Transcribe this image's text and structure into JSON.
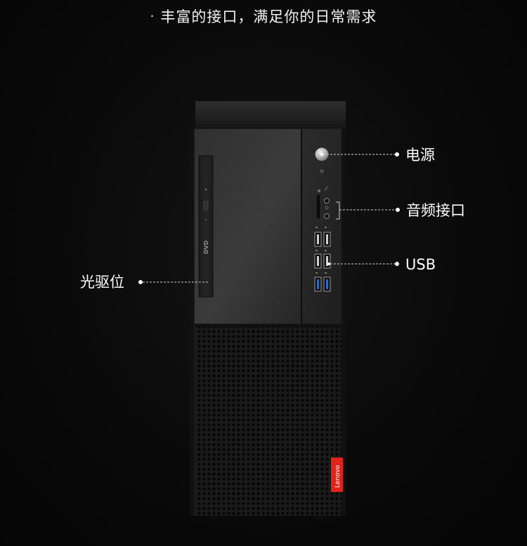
{
  "headline": {
    "bullet": "·",
    "text": "丰富的接口，满足你的日常需求"
  },
  "callouts": {
    "power": "电源",
    "audio": "音频接口",
    "usb": "USB",
    "optical": "光驱位"
  },
  "brand": {
    "logo_text": "Lenovo",
    "logo_color": "#e2231a",
    "usb3_color": "#1f6fd6"
  },
  "drive": {
    "logo_text": "DVD"
  }
}
